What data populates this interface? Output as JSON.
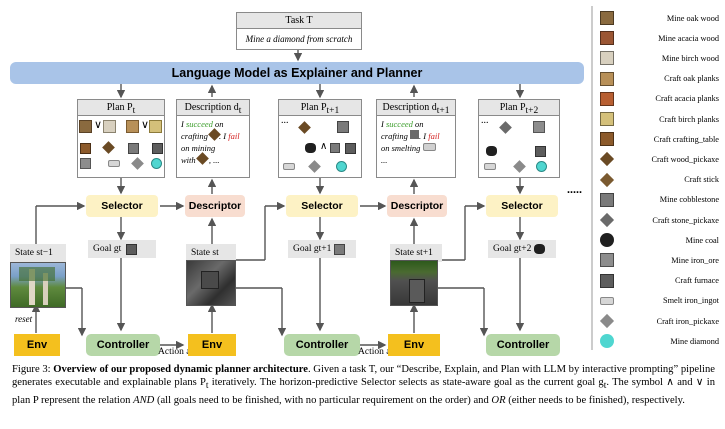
{
  "task": {
    "title": "Task T",
    "body": "Mine a diamond from scratch"
  },
  "lm_bar": "Language Model as Explainer and Planner",
  "panels": [
    {
      "head": "Plan P",
      "sub": "t"
    },
    {
      "head": "Description d",
      "sub": "t"
    },
    {
      "head": "Plan P",
      "sub": "t+1"
    },
    {
      "head": "Description d",
      "sub": "t+1"
    },
    {
      "head": "Plan P",
      "sub": "t+2"
    }
  ],
  "desc1": {
    "i": "I",
    "succeed": "succeed",
    "on": "on",
    "crafting": "crafting",
    "i2": "I",
    "fail": "fail",
    "on2": "on mining",
    "with": "with",
    "ellipsis": "..."
  },
  "desc2": {
    "i": "I",
    "succeed": "succeed",
    "on": "on",
    "crafting": "crafting",
    "i2": "I",
    "fail": "fail",
    "on2": "on smelting",
    "ellipsis": "..."
  },
  "nodes": {
    "selector": "Selector",
    "descriptor": "Descriptor",
    "env": "Env",
    "controller": "Controller",
    "action": "Action a",
    "reset": "reset",
    "goal": "Goal g",
    "state": "State s",
    "ellipsis": "....."
  },
  "subs": {
    "t_minus_1": "t−1",
    "t": "t",
    "t_plus_1": "t+1",
    "t_plus_2": "t+2"
  },
  "legend": [
    {
      "label": "Mine oak wood",
      "icon": "oak-wood-icon",
      "color": "#8a6a3f"
    },
    {
      "label": "Mine acacia wood",
      "icon": "acacia-wood-icon",
      "color": "#9b5634"
    },
    {
      "label": "Mine birch wood",
      "icon": "birch-wood-icon",
      "color": "#d8d0bf"
    },
    {
      "label": "Craft oak planks",
      "icon": "oak-planks-icon",
      "color": "#b89058"
    },
    {
      "label": "Craft acacia planks",
      "icon": "acacia-planks-icon",
      "color": "#b85f32"
    },
    {
      "label": "Craft birch planks",
      "icon": "birch-planks-icon",
      "color": "#d4c07a"
    },
    {
      "label": "Craft crafting_table",
      "icon": "crafting-table-icon",
      "color": "#8c5a2b"
    },
    {
      "label": "Craft wood_pickaxe",
      "icon": "wood-pickaxe-icon",
      "color": "#6a4a24"
    },
    {
      "label": "Craft stick",
      "icon": "stick-icon",
      "color": "#7a5a30"
    },
    {
      "label": "Mine cobblestone",
      "icon": "cobblestone-icon",
      "color": "#7a7a7a"
    },
    {
      "label": "Craft stone_pickaxe",
      "icon": "stone-pickaxe-icon",
      "color": "#6a6a6a"
    },
    {
      "label": "Mine coal",
      "icon": "coal-icon",
      "color": "#202020"
    },
    {
      "label": "Mine iron_ore",
      "icon": "iron-ore-icon",
      "color": "#8d8d8d"
    },
    {
      "label": "Craft furnace",
      "icon": "furnace-icon",
      "color": "#5d5d5d"
    },
    {
      "label": "Smelt iron_ingot",
      "icon": "iron-ingot-icon",
      "color": "#d6d6d6"
    },
    {
      "label": "Craft iron_pickaxe",
      "icon": "iron-pickaxe-icon",
      "color": "#8a8a8a"
    },
    {
      "label": "Mine diamond",
      "icon": "diamond-icon",
      "color": "#4fd6d0"
    }
  ],
  "caption": {
    "fig": "Figure 3:",
    "bold": "Overview of our proposed dynamic planner architecture",
    "rest1": ". Given a task T, our “Describe, Explain, and Plan with LLM by interactive prompting” pipeline generates executable and explainable plans P",
    "rest1_sub": "t",
    "rest2": " iteratively. The horizon-predictive Selector selects as state-aware goal as the current goal g",
    "rest2_sub": "t",
    "rest3": ". The symbol ∧ and ∨ in plan P represent the relation ",
    "and": "AND",
    "rest4": " (all goals need to be finished, with no particular requirement on the order) and ",
    "or": "OR",
    "rest5": " (either needs to be finished), respectively."
  }
}
